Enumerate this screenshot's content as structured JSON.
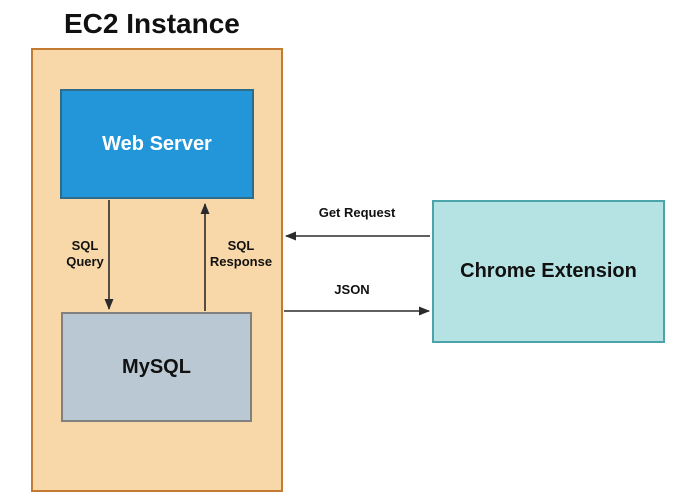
{
  "diagram": {
    "title": "EC2 Instance",
    "nodes": {
      "ec2_instance": {
        "label": "EC2 Instance",
        "type": "container"
      },
      "web_server": {
        "label": "Web Server"
      },
      "mysql": {
        "label": "MySQL"
      },
      "chrome_extension": {
        "label": "Chrome Extension"
      }
    },
    "edges": {
      "sql_query": {
        "label": [
          "SQL",
          "Query"
        ],
        "from": "web_server",
        "to": "mysql",
        "direction": "down"
      },
      "sql_response": {
        "label": [
          "SQL",
          "Response"
        ],
        "from": "mysql",
        "to": "web_server",
        "direction": "up"
      },
      "get_request": {
        "label": "Get Request",
        "from": "chrome_extension",
        "to": "ec2_instance",
        "direction": "left"
      },
      "json": {
        "label": "JSON",
        "from": "ec2_instance",
        "to": "chrome_extension",
        "direction": "right"
      }
    },
    "colors": {
      "ec2_fill": "#F8D8A8",
      "ec2_border": "#C27B30",
      "web_server_fill": "#2296D8",
      "web_server_border": "#2F6C87",
      "web_server_text": "#FFFFFF",
      "mysql_fill": "#B9C8D2",
      "mysql_border": "#808080",
      "chrome_fill": "#B5E3E4",
      "chrome_border": "#4BA4A9",
      "arrow_color": "#2B2B2B"
    }
  }
}
